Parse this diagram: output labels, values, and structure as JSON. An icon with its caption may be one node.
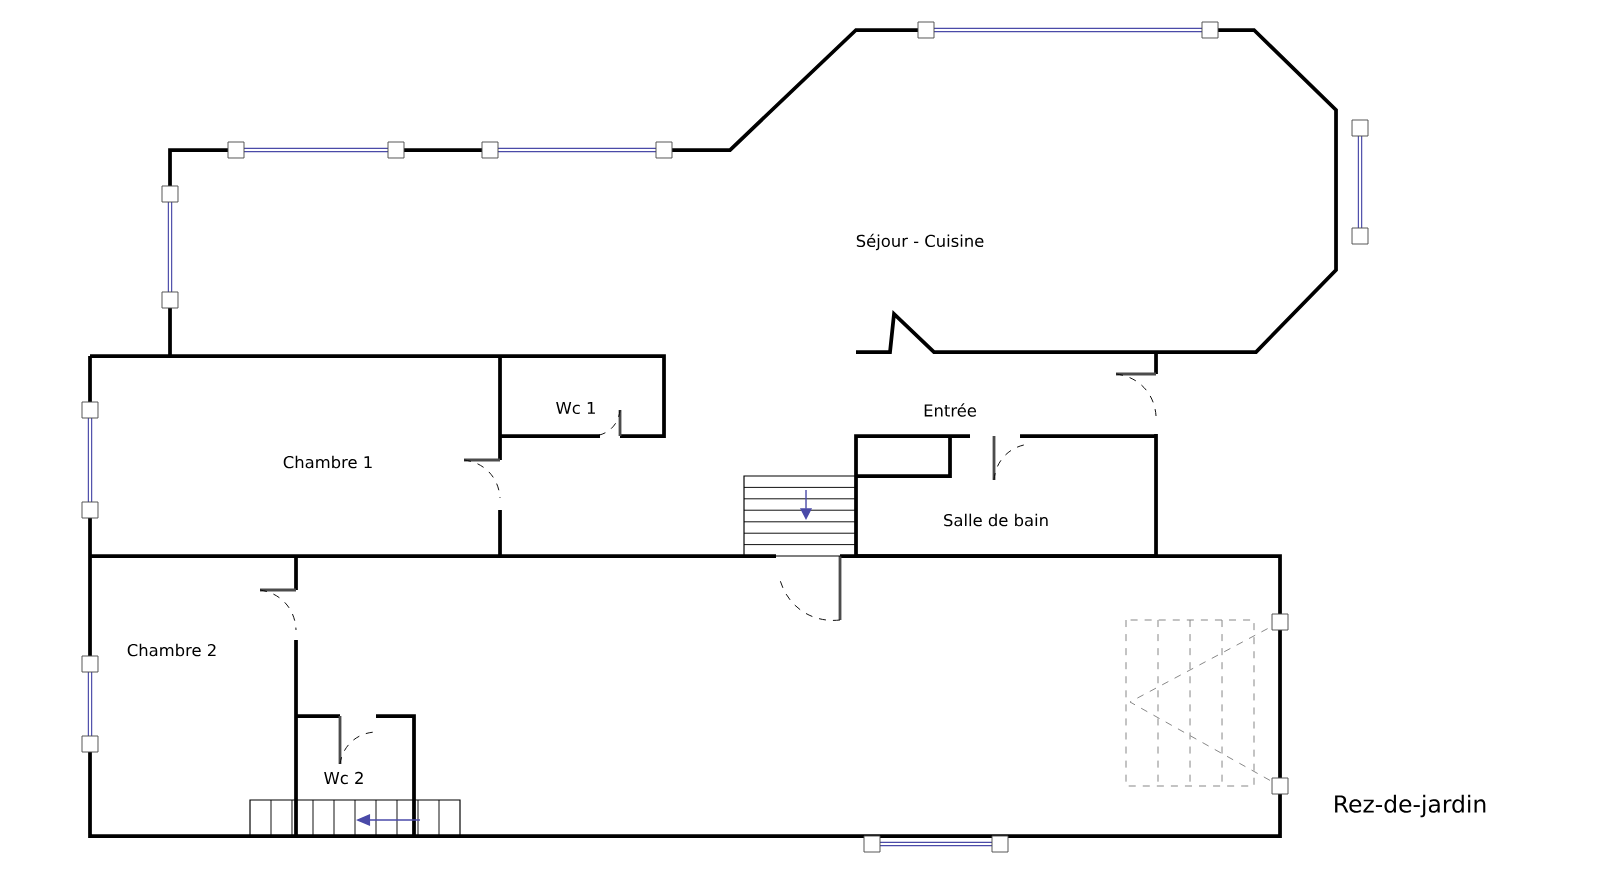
{
  "diagram": {
    "title": "Rez-de-jardin",
    "labels": [
      "Séjour - Cuisine",
      "Wc 1",
      "Entrée",
      "Chambre 1",
      "Salle de bain",
      "Chambre 2",
      "Wc 2"
    ]
  }
}
